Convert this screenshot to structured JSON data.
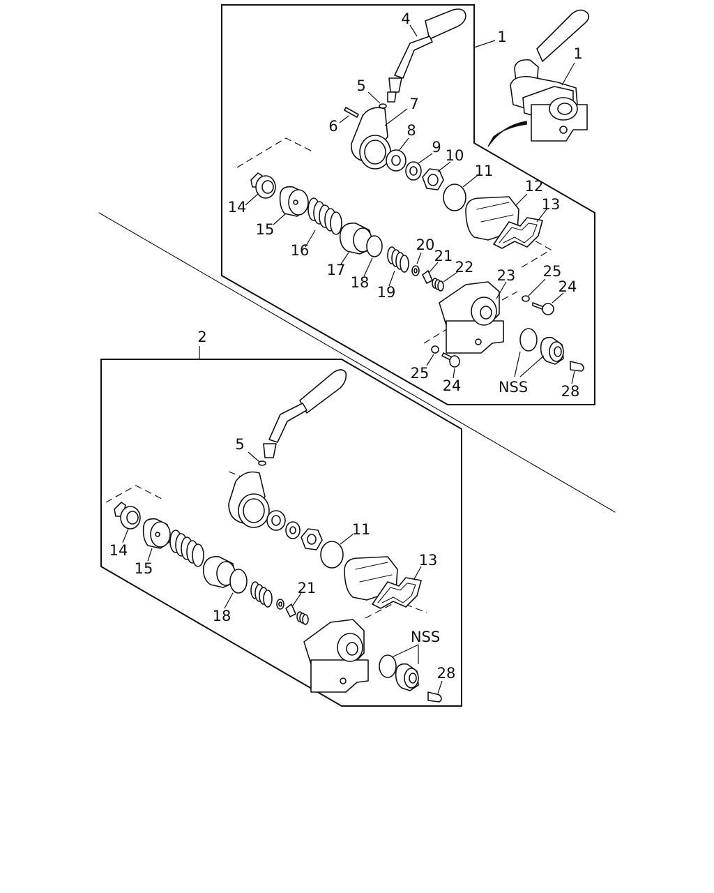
{
  "diagram": {
    "kit_1": {
      "frame_label": "1",
      "assembly_label": "1",
      "callouts": {
        "c4": "4",
        "c5": "5",
        "c6": "6",
        "c7": "7",
        "c8": "8",
        "c9": "9",
        "c10": "10",
        "c11": "11",
        "c12": "12",
        "c13": "13",
        "c14": "14",
        "c15": "15",
        "c16": "16",
        "c17": "17",
        "c18": "18",
        "c19": "19",
        "c20": "20",
        "c21": "21",
        "c22": "22",
        "c23": "23",
        "c25a": "25",
        "c24a": "24",
        "c25b": "25",
        "c24b": "24",
        "nss": "NSS",
        "c28": "28"
      }
    },
    "kit_2": {
      "frame_label": "2",
      "callouts": {
        "c5": "5",
        "c14": "14",
        "c15": "15",
        "c11": "11",
        "c13": "13",
        "c18": "18",
        "c21": "21",
        "nss": "NSS",
        "c28": "28"
      }
    }
  }
}
